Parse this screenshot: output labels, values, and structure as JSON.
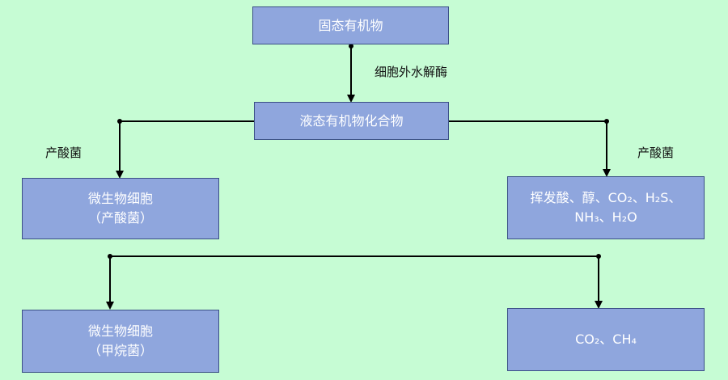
{
  "colors": {
    "background": "#c6fcd4",
    "box_fill": "#8fa6dd",
    "box_border": "#3b4f86",
    "box_text": "#ffffff",
    "line": "#000000"
  },
  "nodes": {
    "solid_organic": {
      "line1": "固态有机物"
    },
    "liquid_organic": {
      "line1": "液态有机物化合物"
    },
    "acidogen_cells": {
      "line1": "微生物细胞",
      "line2": "（产酸菌）"
    },
    "volatile_products": {
      "line1": "挥发酸、醇、CO₂、H₂S、",
      "line2": "NH₃、H₂O"
    },
    "methanogen_cells": {
      "line1": "微生物细胞",
      "line2": "（甲烷菌）"
    },
    "gas_products": {
      "line1": "CO₂、CH₄"
    }
  },
  "edge_labels": {
    "hydrolase": "细胞外水解酶",
    "acidogen_left": "产酸菌",
    "acidogen_right": "产酸菌"
  }
}
